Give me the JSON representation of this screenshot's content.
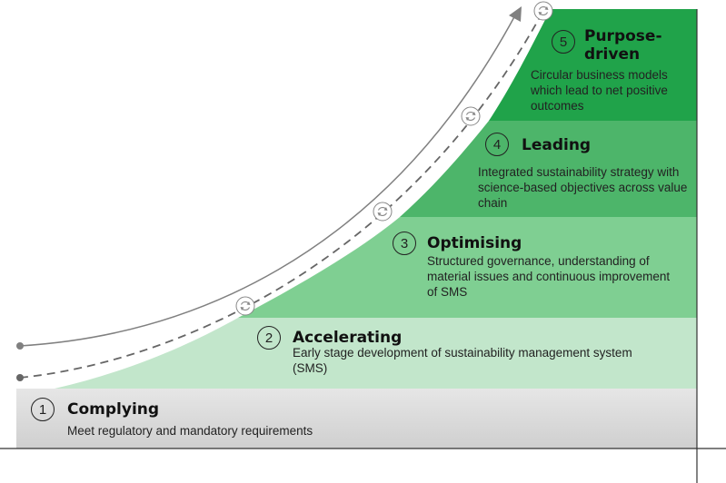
{
  "stages": [
    {
      "number": "1",
      "title": "Complying",
      "description": "Meet regulatory and mandatory requirements",
      "color": "#d9d9d9"
    },
    {
      "number": "2",
      "title": "Accelerating",
      "description": "Early stage development of sustainability management system (SMS)",
      "color": "#c2e6cb"
    },
    {
      "number": "3",
      "title": "Optimising",
      "description": "Structured governance, understanding of material issues and continuous improvement of SMS",
      "color": "#7fcf92"
    },
    {
      "number": "4",
      "title": "Leading",
      "description": "Integrated sustainability strategy with science-based objectives across value chain",
      "color": "#4db56a"
    },
    {
      "number": "5",
      "title": "Purpose-driven",
      "description": "Circular business models which lead to net positive outcomes",
      "color": "#20a34a"
    }
  ],
  "icons": [
    "cycle-icon",
    "arrow-head-icon"
  ]
}
